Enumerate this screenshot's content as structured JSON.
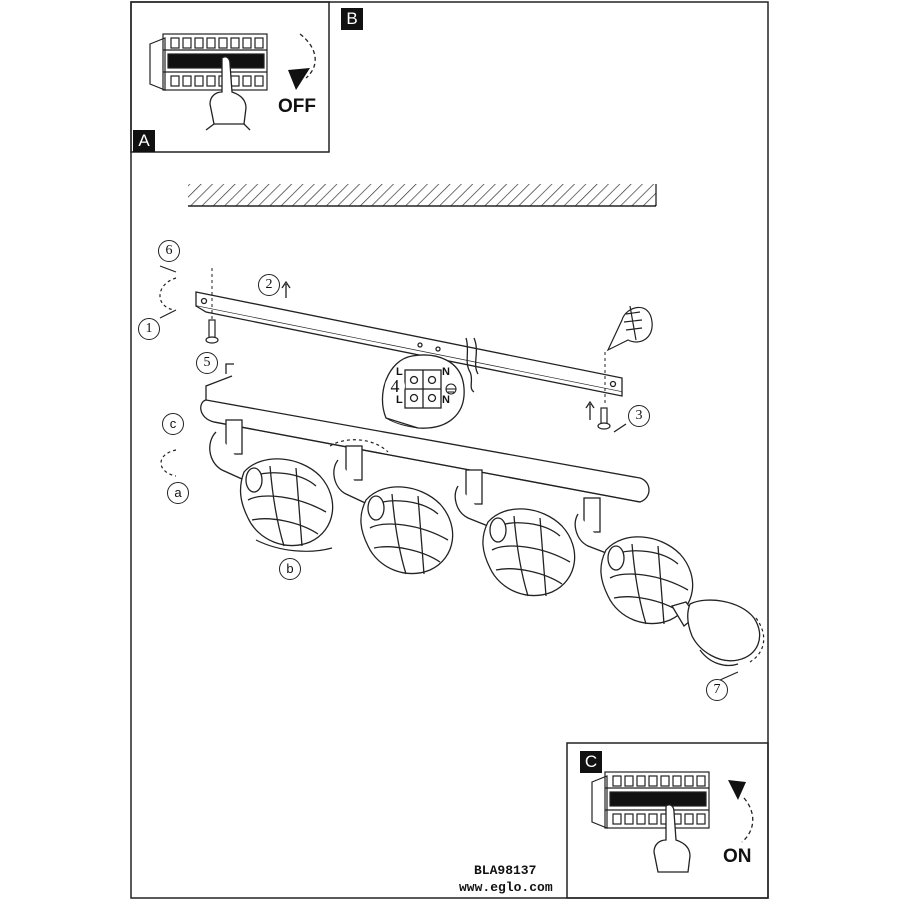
{
  "panels": {
    "a": {
      "letter": "A"
    },
    "b": {
      "letter": "B",
      "switch_text": "OFF"
    },
    "c": {
      "letter": "C",
      "switch_text": "ON"
    }
  },
  "step_numbers": [
    "1",
    "2",
    "3",
    "4",
    "5",
    "6",
    "7"
  ],
  "step_letters": [
    "a",
    "b",
    "c"
  ],
  "terminals": {
    "live_1": "L",
    "neutral_1": "N",
    "live_2": "L",
    "neutral_2": "N"
  },
  "footer": {
    "model": "BLA98137",
    "website": "www.eglo.com"
  },
  "icons": [
    "breaker-switch-icon",
    "hand-icon",
    "rotation-arrow-icon",
    "screw-icon",
    "wall-plug-icon",
    "earth-icon",
    "bulb-icon"
  ]
}
